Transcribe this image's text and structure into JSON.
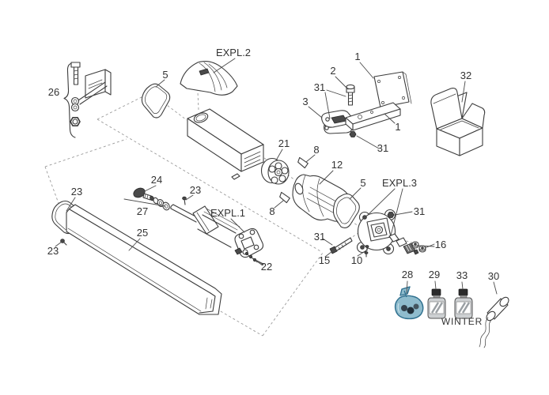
{
  "diagram": {
    "type": "exploded-parts-diagram",
    "background": "#ffffff",
    "colors": {
      "line": "#3c3c3c",
      "label": "#333333",
      "leader": "#4a4a4a",
      "dash": "#9b9b9b",
      "dark": "#4a4a4a",
      "bag": "#8fbccd",
      "bag_outline": "#2e6f8e",
      "cap": "#2b2b2b",
      "bottle": "#cdd0d2"
    },
    "labels": {
      "expl_1": "EXPL.1",
      "expl_2": "EXPL.2",
      "expl_3": "EXPL.3",
      "winter": "WINTER",
      "part_1": "1",
      "part_2": "2",
      "part_3": "3",
      "part_5": "5",
      "part_8": "8",
      "part_10": "10",
      "part_12": "12",
      "part_15": "15",
      "part_16": "16",
      "part_21": "21",
      "part_22": "22",
      "part_23": "23",
      "part_24": "24",
      "part_25": "25",
      "part_26": "26",
      "part_27": "27",
      "part_28": "28",
      "part_29": "29",
      "part_30": "30",
      "part_31": "31",
      "part_32": "32",
      "part_33": "33"
    }
  }
}
